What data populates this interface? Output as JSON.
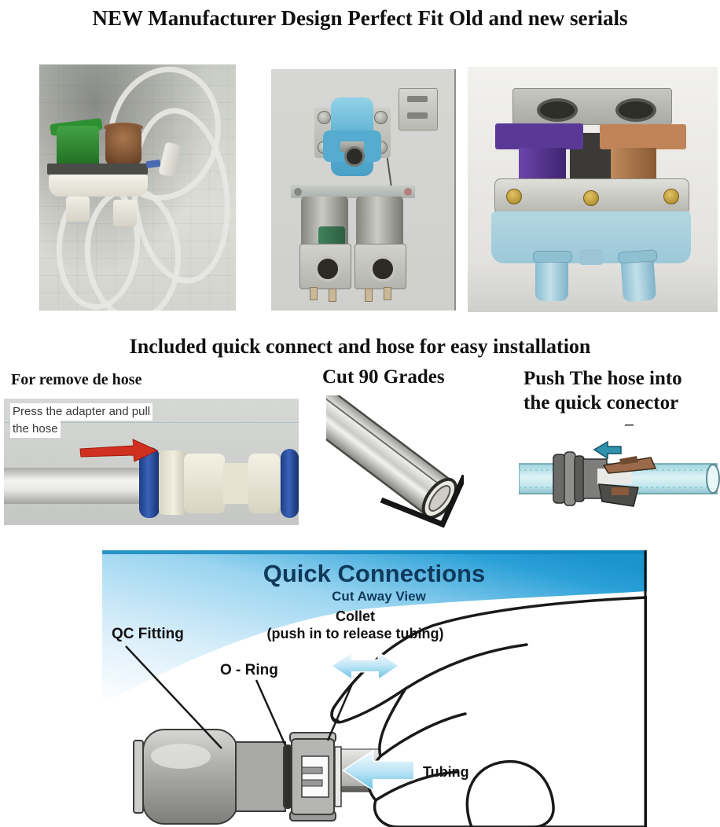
{
  "main_title": "NEW Manufacturer Design Perfect Fit Old and new serials",
  "section_title": "Included quick connect and hose for easy installation",
  "instructions": {
    "remove": {
      "heading": "For remove de hose",
      "note_line1": "Press the adapter and pull",
      "note_line2": "the hose"
    },
    "cut": {
      "heading": "Cut 90 Grades"
    },
    "push": {
      "heading_line1": "Push The hose into",
      "heading_line2": "the quick conector",
      "dash": "–"
    }
  },
  "qc_diagram": {
    "title": "Quick Connections",
    "subtitle": "Cut Away View",
    "labels": {
      "qc_fitting": "QC Fitting",
      "o_ring": "O - Ring",
      "collet_line1": "Collet",
      "collet_line2": "(push in to release tubing)",
      "tubing": "Tubing"
    }
  },
  "colors": {
    "band_blue": "#1e9ad2",
    "title_navy": "#0e3a5c",
    "arrow_light_blue": "#9fd8f0",
    "red_arrow": "#d03020",
    "collet_ring_blue": "#2b4e9e",
    "valve_green": "#2f8f33",
    "valve_purple": "#5a3996",
    "valve_copper": "#b5794f",
    "valve_body_blue": "#a7cfdc"
  }
}
